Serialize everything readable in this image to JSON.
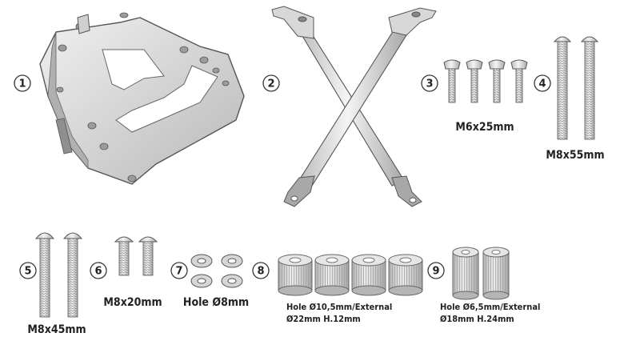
{
  "parts": [
    {
      "number": "1",
      "label": ""
    },
    {
      "number": "2",
      "label": ""
    },
    {
      "number": "3",
      "label": "M6x25mm"
    },
    {
      "number": "4",
      "label": "M8x55mm"
    },
    {
      "number": "5",
      "label": "M8x45mm"
    },
    {
      "number": "6",
      "label": "M8x20mm"
    },
    {
      "number": "7",
      "label": "Hole Ø8mm"
    },
    {
      "number": "8",
      "label_line1": "Hole Ø10,5mm/External",
      "label_line2": "Ø22mm H.12mm"
    },
    {
      "number": "9",
      "label_line1": "Hole Ø6,5mm/External",
      "label_line2": "Ø18mm H.24mm"
    }
  ],
  "colors": {
    "metal_light": "#e6e6e6",
    "metal_mid": "#c9c9c9",
    "metal_dark": "#9a9a9a",
    "outline": "#555555",
    "spacer": "#d2d2d2"
  }
}
